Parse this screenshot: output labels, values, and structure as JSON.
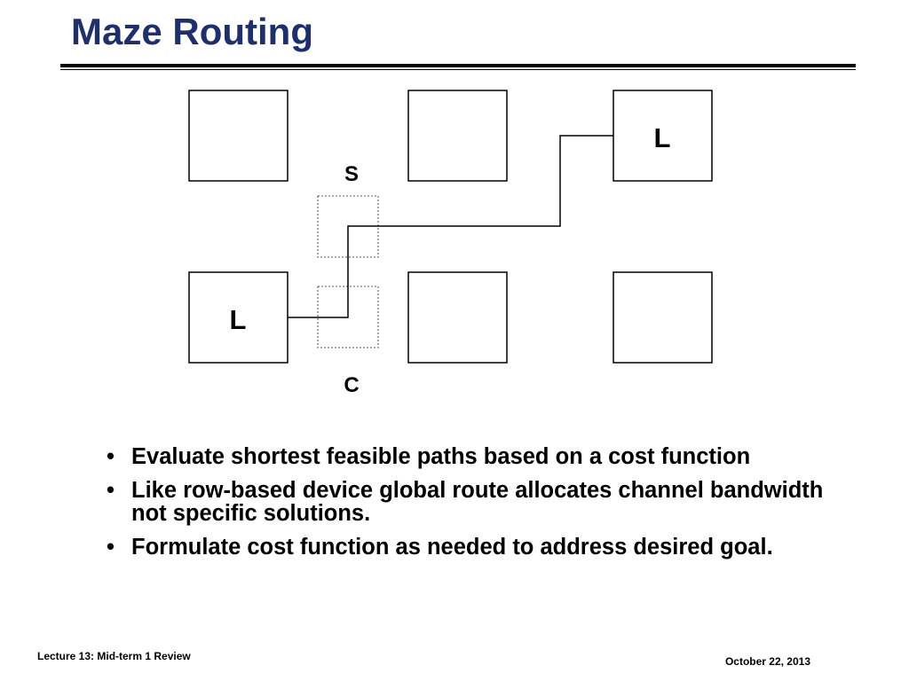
{
  "slide": {
    "title": "Maze Routing"
  },
  "diagram": {
    "source_label": "S",
    "target_label": "C",
    "cell_labels": {
      "top_right": "L",
      "bottom_left": "L"
    },
    "colors": {
      "title": "#1f2f6b",
      "stroke": "#000000",
      "dashed": "#555555"
    }
  },
  "bullets": [
    "Evaluate shortest feasible paths based on a cost function",
    "Like row-based device global route allocates channel bandwidth not specific solutions.",
    "Formulate cost function as needed to address desired goal."
  ],
  "footer": {
    "left": "Lecture 13: Mid-term 1 Review",
    "right": "October 22, 2013"
  }
}
